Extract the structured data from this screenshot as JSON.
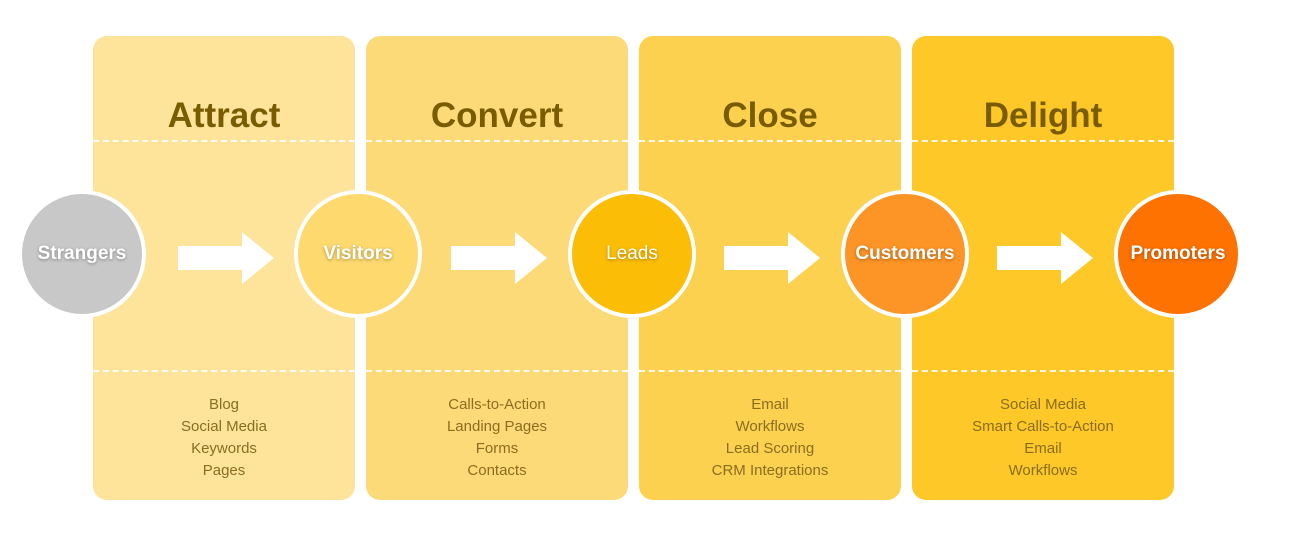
{
  "phases": [
    {
      "title": "Attract",
      "color": "#fde49a",
      "tools": [
        "Blog",
        "Social Media",
        "Keywords",
        "Pages"
      ]
    },
    {
      "title": "Convert",
      "color": "#fdda78",
      "tools": [
        "Calls-to-Action",
        "Landing Pages",
        "Forms",
        "Contacts"
      ]
    },
    {
      "title": "Close",
      "color": "#fdd150",
      "tools": [
        "Email",
        "Workflows",
        "Lead Scoring",
        "CRM Integrations"
      ]
    },
    {
      "title": "Delight",
      "color": "#fdc828",
      "tools": [
        "Social Media",
        "Smart Calls-to-Action",
        "Email",
        "Workflows"
      ]
    }
  ],
  "stages": [
    {
      "label": "Strangers",
      "color": "#c8c8c8"
    },
    {
      "label": "Visitors",
      "color": "#fdd96e"
    },
    {
      "label": "Leads",
      "color": "#fbbd05"
    },
    {
      "label": "Customers",
      "color": "#fc9426"
    },
    {
      "label": "Promoters",
      "color": "#fd7200"
    }
  ]
}
